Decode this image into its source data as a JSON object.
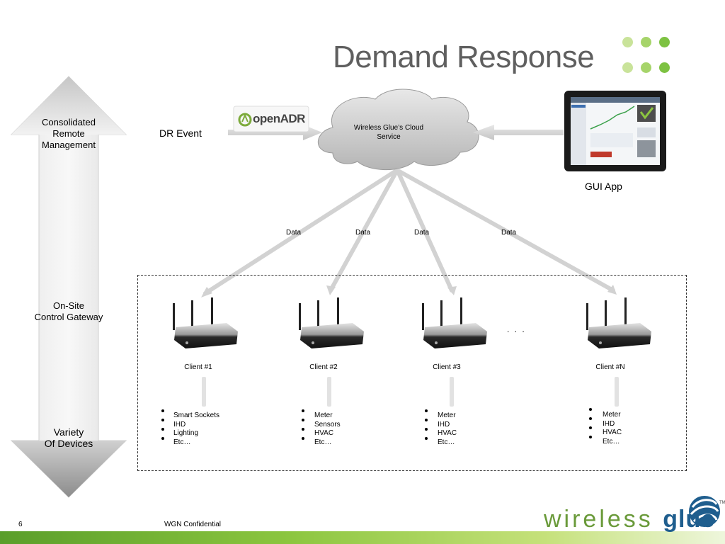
{
  "title": "Demand Response",
  "side_arrow": {
    "top_label": "Consolidated\nRemote\nManagement",
    "middle_label": "On-Site\nControl Gateway",
    "bottom_label": "Variety\nOf Devices"
  },
  "dr_event_label": "DR Event",
  "openadr_logo_text": "openADR",
  "cloud_label": "Wireless Glue’s Cloud Service",
  "gui_app_label": "GUI App",
  "data_labels": [
    "Data",
    "Data",
    "Data",
    "Data"
  ],
  "ellipsis": ". . .",
  "clients": [
    {
      "label": "Client #1",
      "devices": [
        "Smart Sockets",
        "IHD",
        "Lighting",
        "Etc…"
      ]
    },
    {
      "label": "Client #2",
      "devices": [
        "Meter",
        "Sensors",
        "HVAC",
        "Etc…"
      ]
    },
    {
      "label": "Client #3",
      "devices": [
        "Meter",
        "IHD",
        "HVAC",
        "Etc…"
      ]
    },
    {
      "label": "Client #N",
      "devices": [
        "Meter",
        "IHD",
        "HVAC",
        "Etc…"
      ]
    }
  ],
  "footer": {
    "page_number": "6",
    "confidential": "WGN Confidential",
    "logo_word_1": "wireless",
    "logo_word_2": "glue",
    "logo_tm": "TM"
  },
  "colors": {
    "title_gray": "#5f5f5f",
    "dot_green": "#7dc242",
    "dot_light_green": "#c9e39a",
    "footer_green": "#8cc63f",
    "logo_blue": "#1f5e8e",
    "logo_green": "#6a9a3a"
  }
}
